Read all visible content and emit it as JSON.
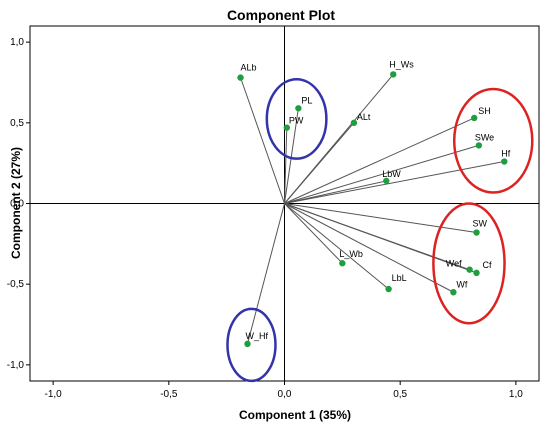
{
  "chart_data": {
    "type": "scatter",
    "title": "Component Plot",
    "xlabel": "Component 1 (35%)",
    "ylabel": "Component 2 (27%)",
    "xlim": [
      -1.1,
      1.1
    ],
    "ylim": [
      -1.1,
      1.1
    ],
    "x_ticks": [
      "-1,0",
      "-0,5",
      "0,0",
      "0,5",
      "1,0"
    ],
    "y_ticks": [
      "1,0",
      "0,5",
      "0,0",
      "-0,5",
      "-1,0"
    ],
    "grid": false,
    "reference_lines": "x=0 and y=0",
    "point_color": "#1e9e3e",
    "vector_color": "#555555",
    "points": [
      {
        "label": "ALb",
        "x": -0.19,
        "y": 0.78
      },
      {
        "label": "PL",
        "x": 0.06,
        "y": 0.59
      },
      {
        "label": "PW",
        "x": 0.01,
        "y": 0.47
      },
      {
        "label": "H_Ws",
        "x": 0.47,
        "y": 0.8
      },
      {
        "label": "ALt",
        "x": 0.3,
        "y": 0.5
      },
      {
        "label": "SH",
        "x": 0.82,
        "y": 0.53
      },
      {
        "label": "SWe",
        "x": 0.84,
        "y": 0.36
      },
      {
        "label": "Hf",
        "x": 0.95,
        "y": 0.26
      },
      {
        "label": "LbW",
        "x": 0.44,
        "y": 0.14
      },
      {
        "label": "SW",
        "x": 0.83,
        "y": -0.18
      },
      {
        "label": "Wef",
        "x": 0.8,
        "y": -0.41
      },
      {
        "label": "Cf",
        "x": 0.83,
        "y": -0.43
      },
      {
        "label": "Wf",
        "x": 0.73,
        "y": -0.55
      },
      {
        "label": "L_Wb",
        "x": 0.25,
        "y": -0.37
      },
      {
        "label": "LbL",
        "x": 0.45,
        "y": -0.53
      },
      {
        "label": "W_Hf",
        "x": -0.16,
        "y": -0.87
      }
    ],
    "groupings": [
      {
        "color": "#3333aa",
        "members": [
          "PL",
          "PW"
        ]
      },
      {
        "color": "#3333aa",
        "members": [
          "W_Hf"
        ]
      },
      {
        "color": "#dd2222",
        "members": [
          "SH",
          "SWe",
          "Hf"
        ]
      },
      {
        "color": "#dd2222",
        "members": [
          "SW",
          "Wef",
          "Cf",
          "Wf"
        ]
      }
    ]
  }
}
